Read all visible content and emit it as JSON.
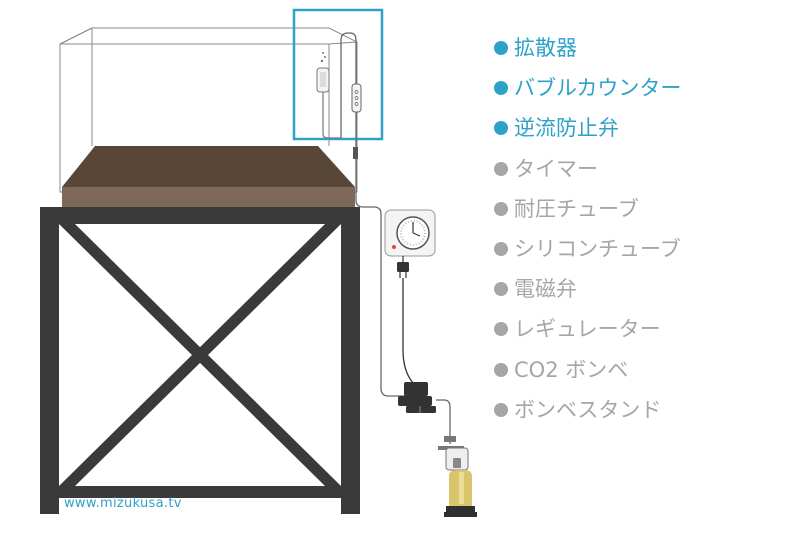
{
  "legend": [
    {
      "label": "拡散器",
      "highlight": true
    },
    {
      "label": "バブルカウンター",
      "highlight": true
    },
    {
      "label": "逆流防止弁",
      "highlight": true
    },
    {
      "label": "タイマー",
      "highlight": false
    },
    {
      "label": "耐圧チューブ",
      "highlight": false
    },
    {
      "label": "シリコンチューブ",
      "highlight": false
    },
    {
      "label": "電磁弁",
      "highlight": false
    },
    {
      "label": "レギュレーター",
      "highlight": false
    },
    {
      "label": "CO2 ボンベ",
      "highlight": false
    },
    {
      "label": "ボンベスタンド",
      "highlight": false
    }
  ],
  "credit": "www.mizukusa.tv",
  "colors": {
    "accent": "#2ea1c9",
    "inactive": "#a6a6a6",
    "stand": "#3a3a3a",
    "substrate": "#5a4636",
    "cylinder": "#d8c46a"
  },
  "icons": {
    "legend_bullet": "filled-circle"
  }
}
